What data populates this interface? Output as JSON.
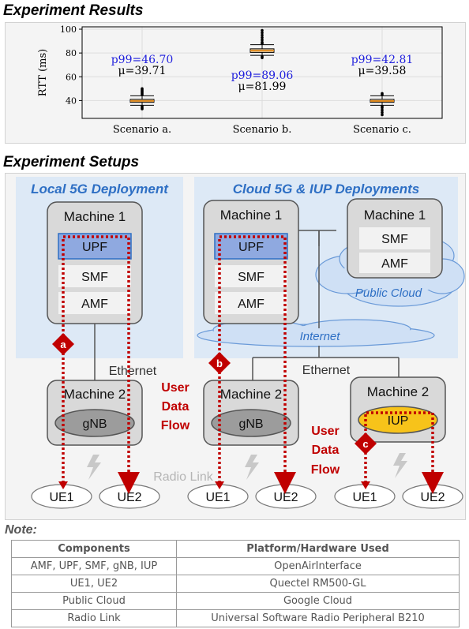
{
  "results": {
    "title": "Experiment Results",
    "chart_data": {
      "type": "box",
      "ylabel": "RTT (ms)",
      "xlabel": "",
      "ylim": [
        25,
        102
      ],
      "yticks": [
        40,
        60,
        80,
        100
      ],
      "grid": true,
      "categories": [
        "Scenario a.",
        "Scenario b.",
        "Scenario c."
      ],
      "boxes": [
        {
          "q1": 38.5,
          "median": 39.7,
          "q3": 41.0,
          "whisker_low": 36.0,
          "whisker_high": 44.0,
          "outliers_low": [
            33,
            34,
            35
          ],
          "outliers_high": [
            45,
            46,
            47,
            48,
            49,
            50
          ]
        },
        {
          "q1": 80.5,
          "median": 82.0,
          "q3": 83.5,
          "whisker_low": 78.0,
          "whisker_high": 87.0,
          "outliers_low": [
            76,
            77
          ],
          "outliers_high": [
            88,
            89,
            91,
            93,
            95,
            97,
            99
          ]
        },
        {
          "q1": 38.5,
          "median": 39.6,
          "q3": 41.0,
          "whisker_low": 36.0,
          "whisker_high": 44.0,
          "outliers_low": [
            28,
            30,
            32,
            34,
            35
          ],
          "outliers_high": [
            45,
            46
          ]
        }
      ],
      "annotations": [
        {
          "p99": "p99=46.70",
          "mu": "μ=39.71",
          "p99_value": 46.7,
          "mu_value": 39.71
        },
        {
          "p99": "p99=89.06",
          "mu": "μ=81.99",
          "p99_value": 89.06,
          "mu_value": 81.99
        },
        {
          "p99": "p99=42.81",
          "mu": "μ=39.58",
          "p99_value": 42.81,
          "mu_value": 39.58
        }
      ],
      "colors": {
        "p99": "#1f1fdd",
        "mu": "#000000",
        "median": "#e08a1e",
        "box": "#f2dab6"
      }
    }
  },
  "setups": {
    "title": "Experiment Setups",
    "local_title": "Local 5G Deployment",
    "cloud_title": "Cloud 5G & IUP Deployments",
    "machine1": "Machine 1",
    "machine2": "Machine 2",
    "upf": "UPF",
    "smf": "SMF",
    "amf": "AMF",
    "gnb": "gNB",
    "iup": "IUP",
    "public_cloud": "Public Cloud",
    "internet": "Internet",
    "ethernet": "Ethernet",
    "user_flow": [
      "User",
      "Data",
      "Flow"
    ],
    "radio_link": "Radio Link",
    "ue1": "UE1",
    "ue2": "UE2",
    "marker_a": "a",
    "marker_b": "b",
    "marker_c": "c",
    "colors": {
      "accent_blue": "#2e6fc4",
      "flow_red": "#c00000",
      "upf_fill": "#8fa9e0",
      "iup_fill": "#f7c31a",
      "region_bg": "#dde9f6"
    }
  },
  "note": {
    "title": "Note:",
    "headers": [
      "Components",
      "Platform/Hardware Used"
    ],
    "rows": [
      [
        "AMF, UPF, SMF, gNB, IUP",
        "OpenAirInterface"
      ],
      [
        "UE1, UE2",
        "Quectel RM500-GL"
      ],
      [
        "Public Cloud",
        "Google Cloud"
      ],
      [
        "Radio Link",
        "Universal Software Radio Peripheral B210"
      ]
    ]
  }
}
